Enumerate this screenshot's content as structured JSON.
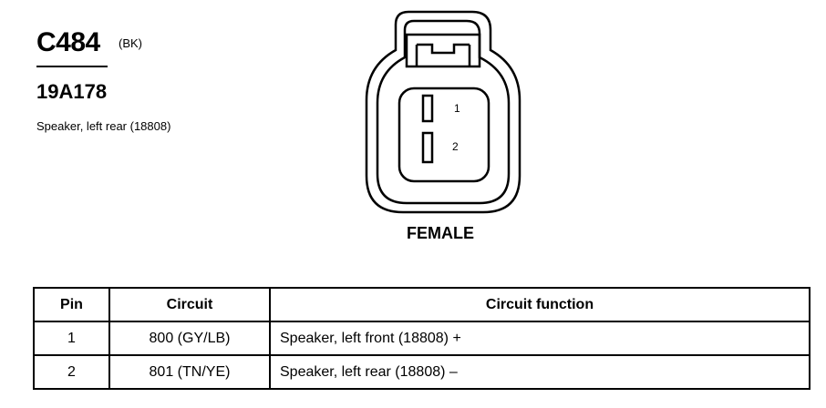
{
  "connector": {
    "id": "C484",
    "color": "(BK)",
    "part_number": "19A178",
    "description": "Speaker, left rear (18808)",
    "gender": "FEMALE",
    "pins": [
      {
        "label": "1"
      },
      {
        "label": "2"
      }
    ]
  },
  "table": {
    "headers": {
      "pin": "Pin",
      "circuit": "Circuit",
      "function": "Circuit function"
    },
    "rows": [
      {
        "pin": "1",
        "circuit": "800 (GY/LB)",
        "function": "Speaker, left front (18808) +"
      },
      {
        "pin": "2",
        "circuit": "801 (TN/YE)",
        "function": "Speaker, left rear (18808) –"
      }
    ]
  }
}
